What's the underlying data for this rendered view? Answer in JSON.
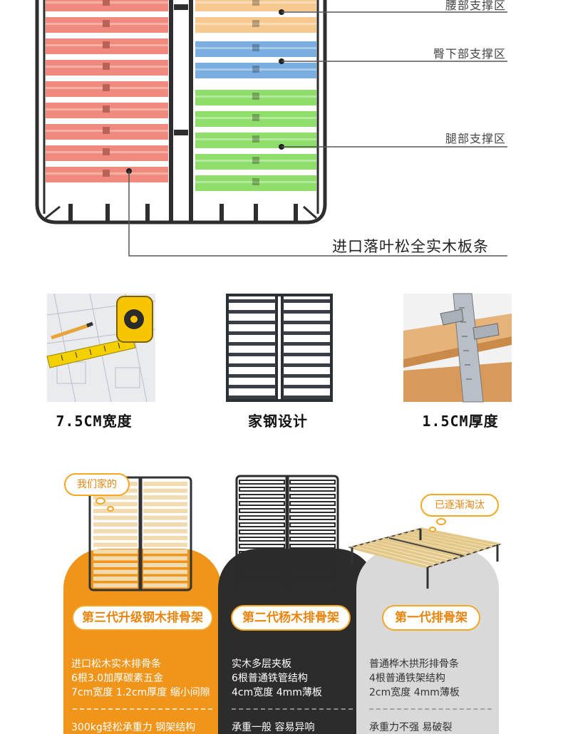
{
  "diagram": {
    "zone_labels": {
      "waist": "腰部支撑区",
      "hip": "臀下部支撑区",
      "leg": "腿部支撑区"
    },
    "main_label": "进口落叶松全实木板条",
    "zone_colors": {
      "head": "#f08a7e",
      "waist": "#f5c98f",
      "hip": "#7aaee0",
      "leg": "#8fdd6a"
    },
    "frame_color": "#2e2e2e"
  },
  "features": [
    {
      "icon": "tape-measure-photo",
      "caption": "7.5CM宽度"
    },
    {
      "icon": "steel-frame-photo",
      "caption": "家钢设计"
    },
    {
      "icon": "caliper-photo",
      "caption": "1.5CM厚度"
    }
  ],
  "comparison": {
    "bubbles": {
      "ours": "我们家的",
      "obsolete": "已逐渐淘汰"
    },
    "products": [
      {
        "title": "第三代升级钢木排骨架",
        "specs": [
          "进口松木实木排骨条",
          "6根3.0加厚碳素五金",
          "7cm宽度 1.2cm厚度 缩小间隙"
        ],
        "cut_line": "300kg轻松承重力   钢架结构",
        "color": "#f0951a"
      },
      {
        "title": "第二代杨木排骨架",
        "specs": [
          "实木多层夹板",
          "6根普通铁管结构",
          "4cm宽度 4mm薄板"
        ],
        "cut_line": "承重一般   容易异响",
        "color": "#2c2c2c"
      },
      {
        "title": "第一代排骨架",
        "specs": [
          "普通桦木拱形排骨条",
          "4根普通铁架结构",
          "2cm宽度 4mm薄板"
        ],
        "cut_line": "承重力不强   易破裂",
        "color": "#d9d9d9"
      }
    ]
  }
}
